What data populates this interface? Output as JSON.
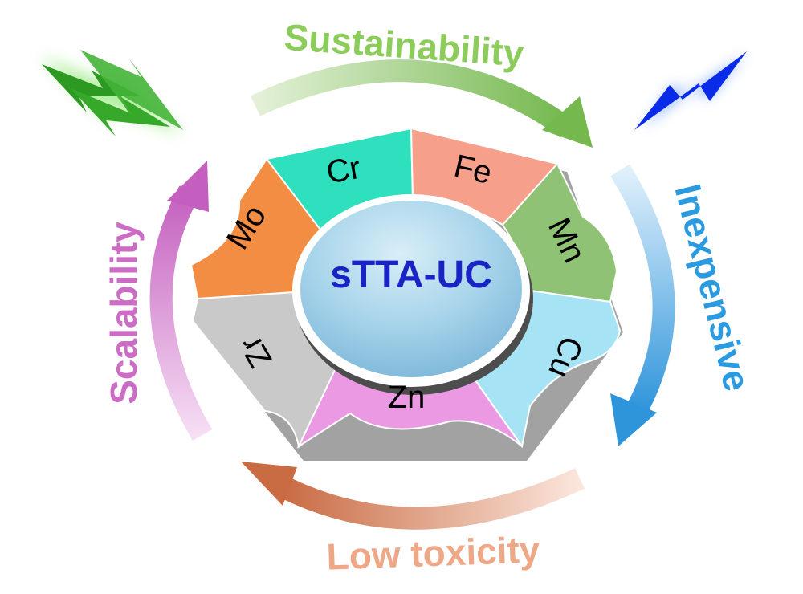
{
  "center_label": "sTTA-UC",
  "metals": [
    {
      "symbol": "Cr",
      "color": "#2ee0bd"
    },
    {
      "symbol": "Fe",
      "color": "#f6a08c"
    },
    {
      "symbol": "Mn",
      "color": "#8fc275"
    },
    {
      "symbol": "Cu",
      "color": "#a6e3f4"
    },
    {
      "symbol": "Zn",
      "color": "#ea99e2"
    },
    {
      "symbol": "Zr",
      "color": "#c9c9c9"
    },
    {
      "symbol": "Mo",
      "color": "#f48d44"
    }
  ],
  "benefits": {
    "sustainability": {
      "text": "Sustainability",
      "color": "#8ccc5a"
    },
    "inexpensive": {
      "text": "Inexpensive",
      "color": "#2a9be0"
    },
    "low_toxicity": {
      "text": "Low toxicity",
      "color": "#eea888"
    },
    "scalability": {
      "text": "Scalability",
      "color": "#cc6cc4"
    }
  },
  "icons": {
    "green_lightning": "green-lightning-icon",
    "blue_lightning": "blue-lightning-icon"
  }
}
